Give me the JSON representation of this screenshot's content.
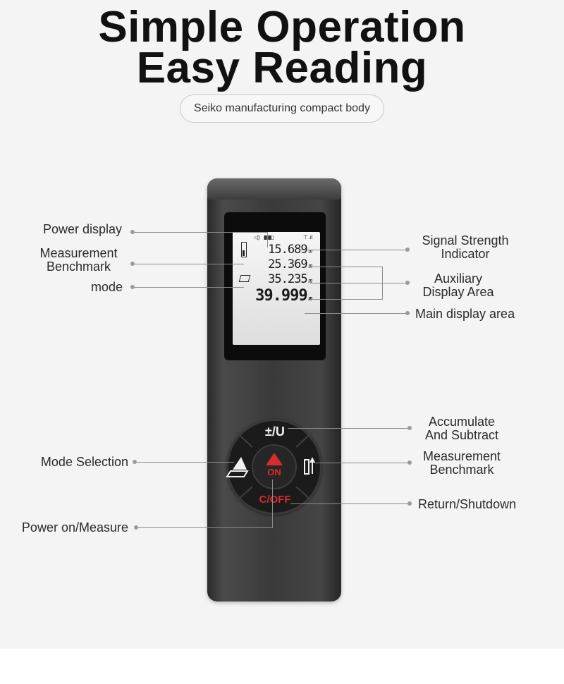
{
  "header": {
    "line1": "Simple Operation",
    "line2": "Easy Reading",
    "subtitle": "Seiko manufacturing compact body"
  },
  "display": {
    "rows": [
      {
        "value": "15.689",
        "unit": "m"
      },
      {
        "value": "25.369",
        "unit": "m"
      },
      {
        "value": "35.235",
        "unit": "m"
      },
      {
        "value": "39.999",
        "unit": "m"
      }
    ]
  },
  "buttons": {
    "top": "±/U",
    "center": "ON",
    "bottom": "C/OFF"
  },
  "callouts": {
    "power_display": "Power display",
    "measurement_benchmark_left": "Measurement Benchmark",
    "mode": "mode",
    "signal_strength": "Signal Strength Indicator",
    "auxiliary_display": "Auxiliary Display Area",
    "main_display": "Main display area",
    "accumulate": "Accumulate And Subtract",
    "measurement_benchmark_right": "Measurement Benchmark",
    "mode_selection": "Mode Selection",
    "return_shutdown": "Return/Shutdown",
    "power_on_measure": "Power on/Measure"
  },
  "icons": {
    "battery": "battery-icon",
    "signal": "signal-icon",
    "sound": "speaker-icon",
    "benchmark": "benchmark-icon",
    "mode": "volume-box-icon",
    "mode_button": "mode-triangle-icon",
    "benchmark_button": "benchmark-button-icon"
  }
}
